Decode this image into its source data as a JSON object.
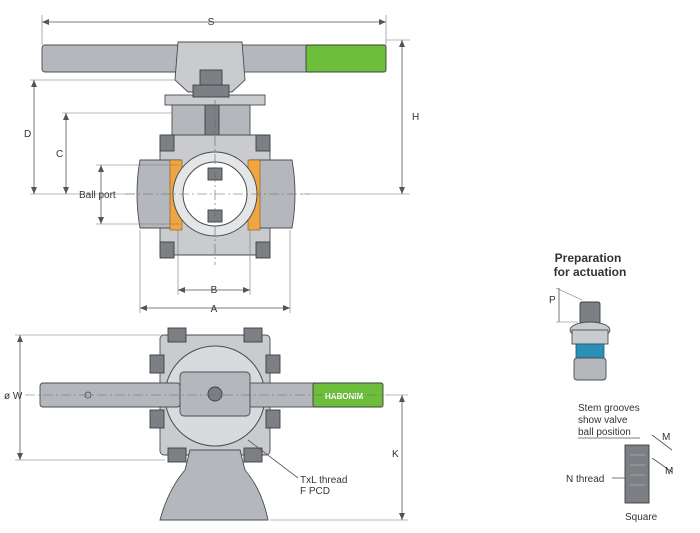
{
  "dimensions": {
    "S": "S",
    "H": "H",
    "D": "D",
    "C": "C",
    "B": "B",
    "A": "A",
    "W": "ø W",
    "K": "K",
    "P": "P",
    "M1": "M",
    "M2": "M"
  },
  "labels": {
    "ball_port": "Ball port",
    "txl_thread": "TxL thread",
    "f_pcd": "F PCD",
    "n_thread": "N thread",
    "square": "Square",
    "stem_grooves_1": "Stem grooves",
    "stem_grooves_2": "show valve",
    "stem_grooves_3": "ball position"
  },
  "titles": {
    "prep_line1": "Preparation",
    "prep_line2": "for actuation"
  },
  "brand": {
    "handle_text": "HABONIM",
    "handle_color": "#6dbf3b",
    "grip_color": "#6dbf3b"
  }
}
